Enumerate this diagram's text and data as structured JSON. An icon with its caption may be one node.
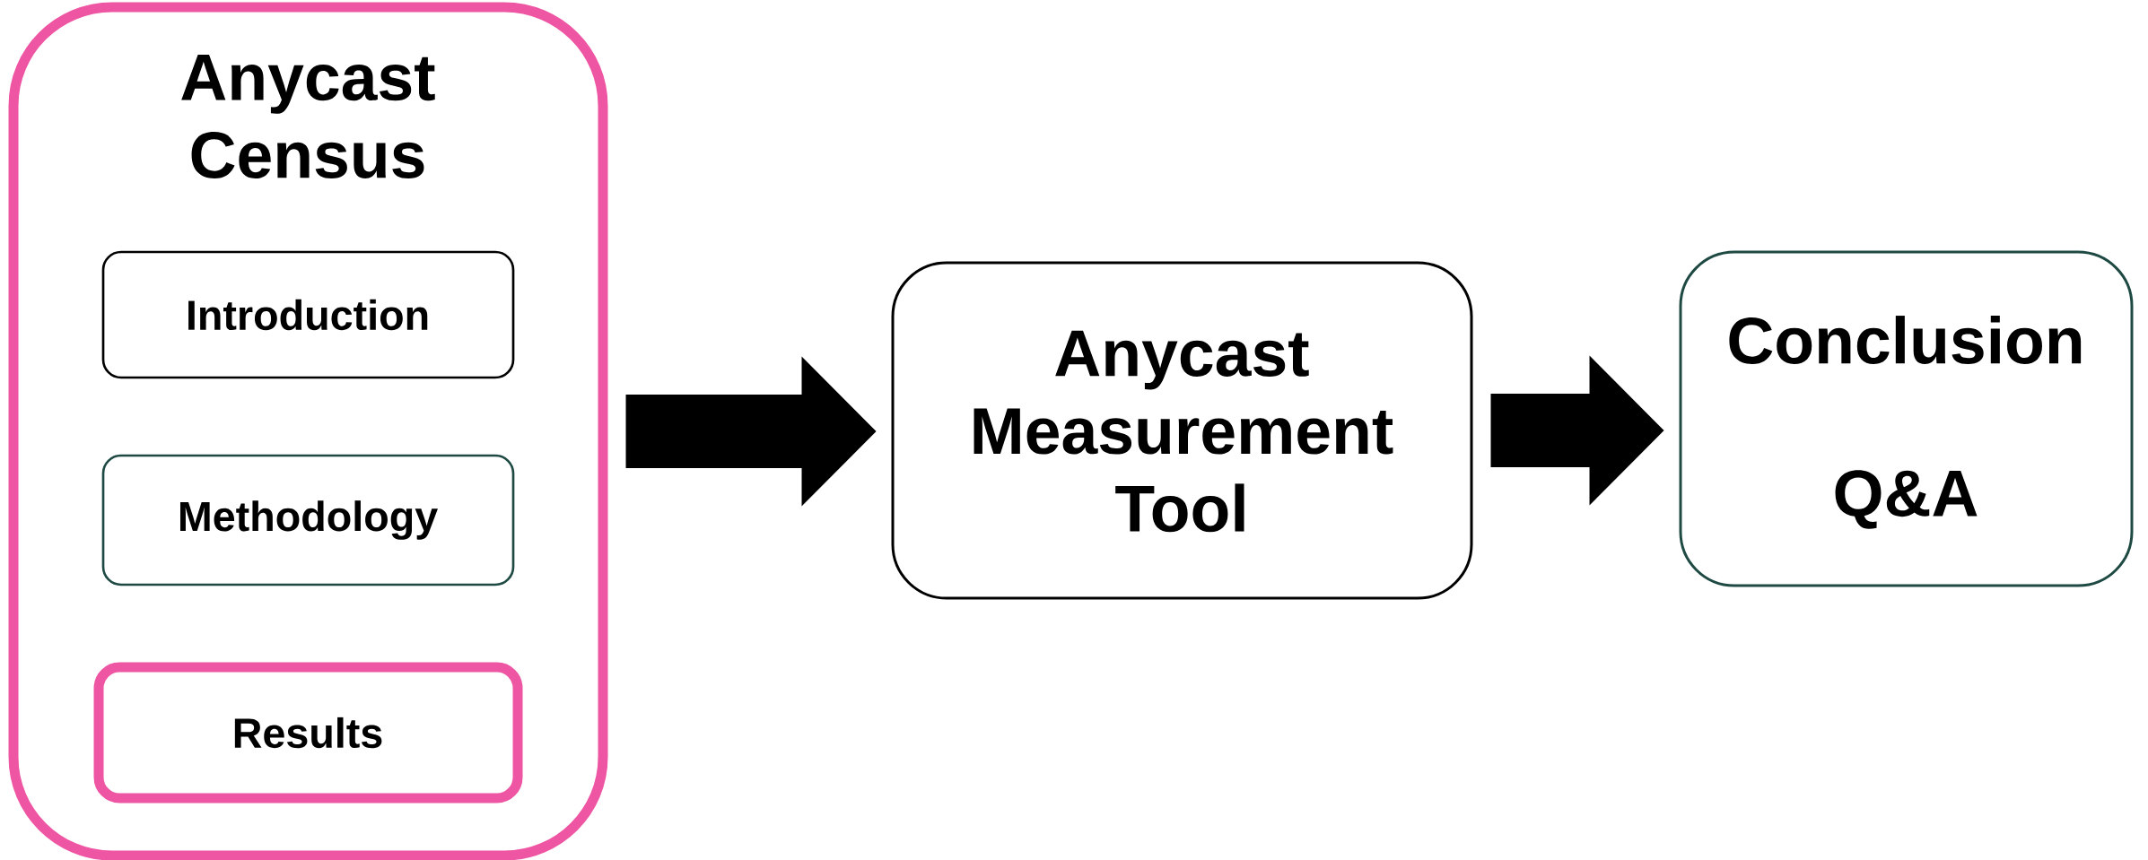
{
  "diagram": {
    "nodes": [
      {
        "text": [
          "Anycast Census"
        ]
      },
      {
        "text": [
          "Introduction"
        ],
        "in": 0
      },
      {
        "text": [
          "Methodology"
        ],
        "in": 0
      },
      {
        "text": [
          "Results"
        ],
        "in": 0
      },
      {
        "text": [
          "Anycast Measurement Tool"
        ]
      },
      {
        "text": [
          "Conclusion",
          "Q&A"
        ]
      }
    ],
    "edges": [
      {
        "from": 0,
        "to": 4,
        "arrow": "to"
      },
      {
        "from": 4,
        "to": 5,
        "arrow": "to"
      }
    ]
  }
}
